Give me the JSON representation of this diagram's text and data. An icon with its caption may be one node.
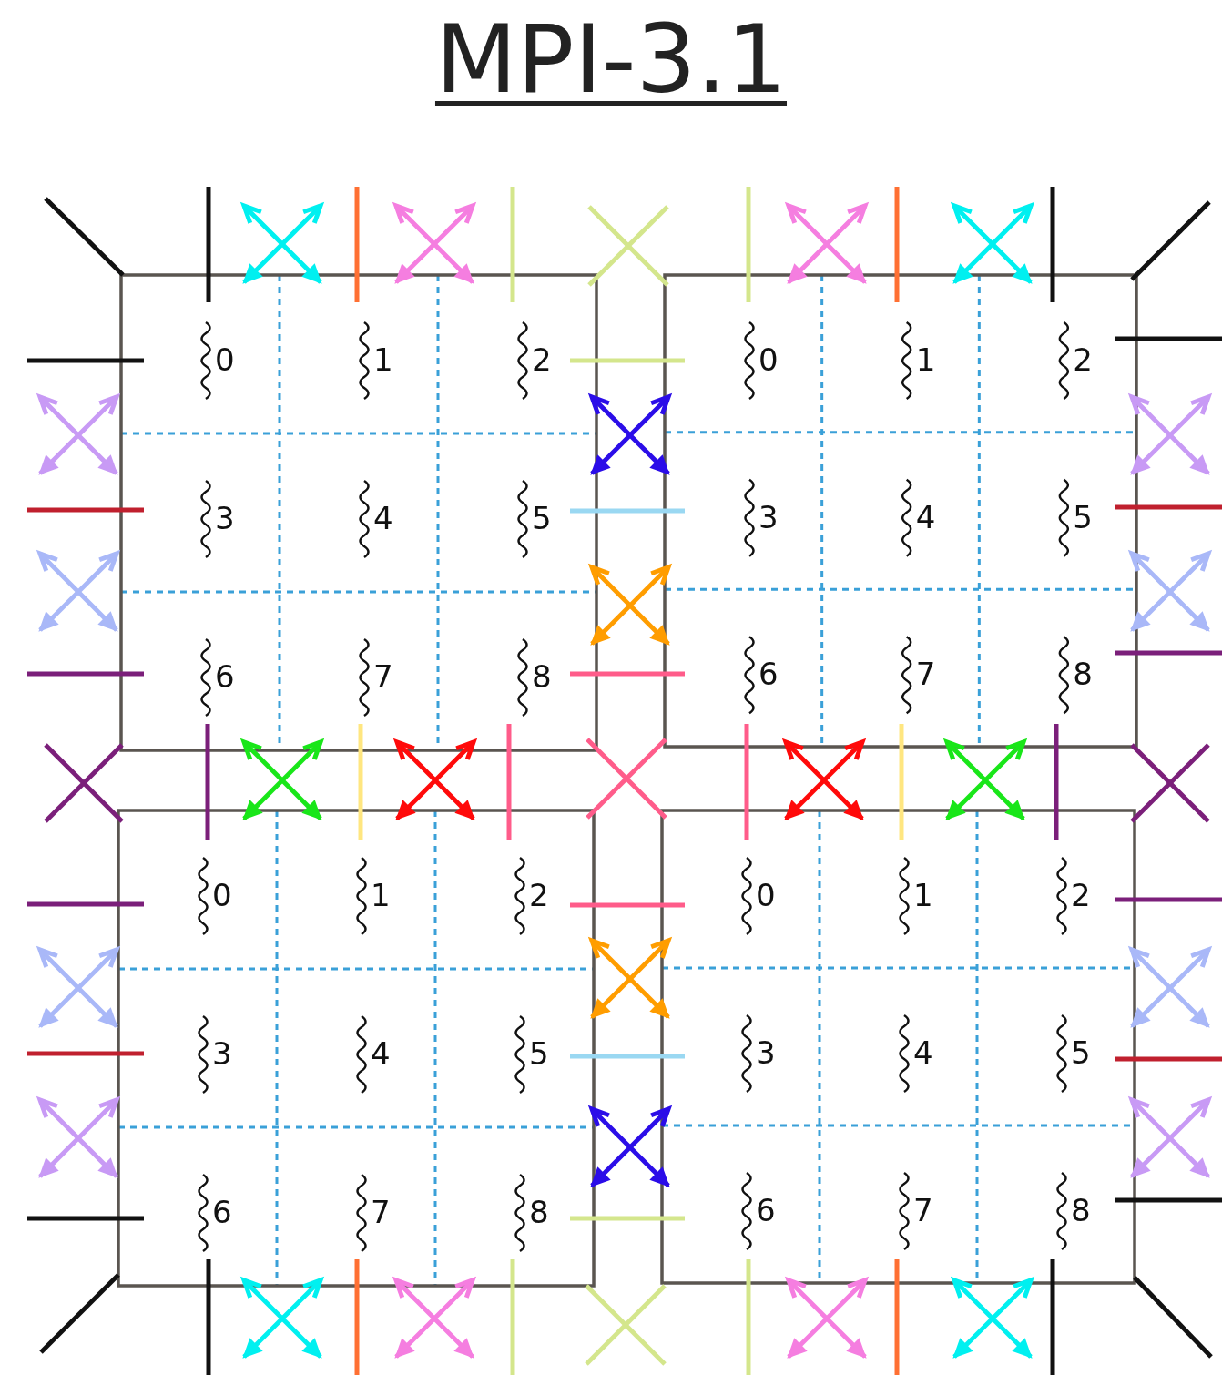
{
  "diagram": {
    "title": "MPI-3.1",
    "labels": [
      "0",
      "1",
      "2",
      "0",
      "1",
      "2",
      "3",
      "4",
      "5",
      "3",
      "4",
      "5",
      "6",
      "7",
      "8",
      "6",
      "7",
      "8",
      "0",
      "1",
      "2",
      "0",
      "1",
      "2",
      "3",
      "4",
      "5",
      "3",
      "4",
      "5",
      "6",
      "7",
      "8",
      "6",
      "7",
      "8"
    ]
  }
}
